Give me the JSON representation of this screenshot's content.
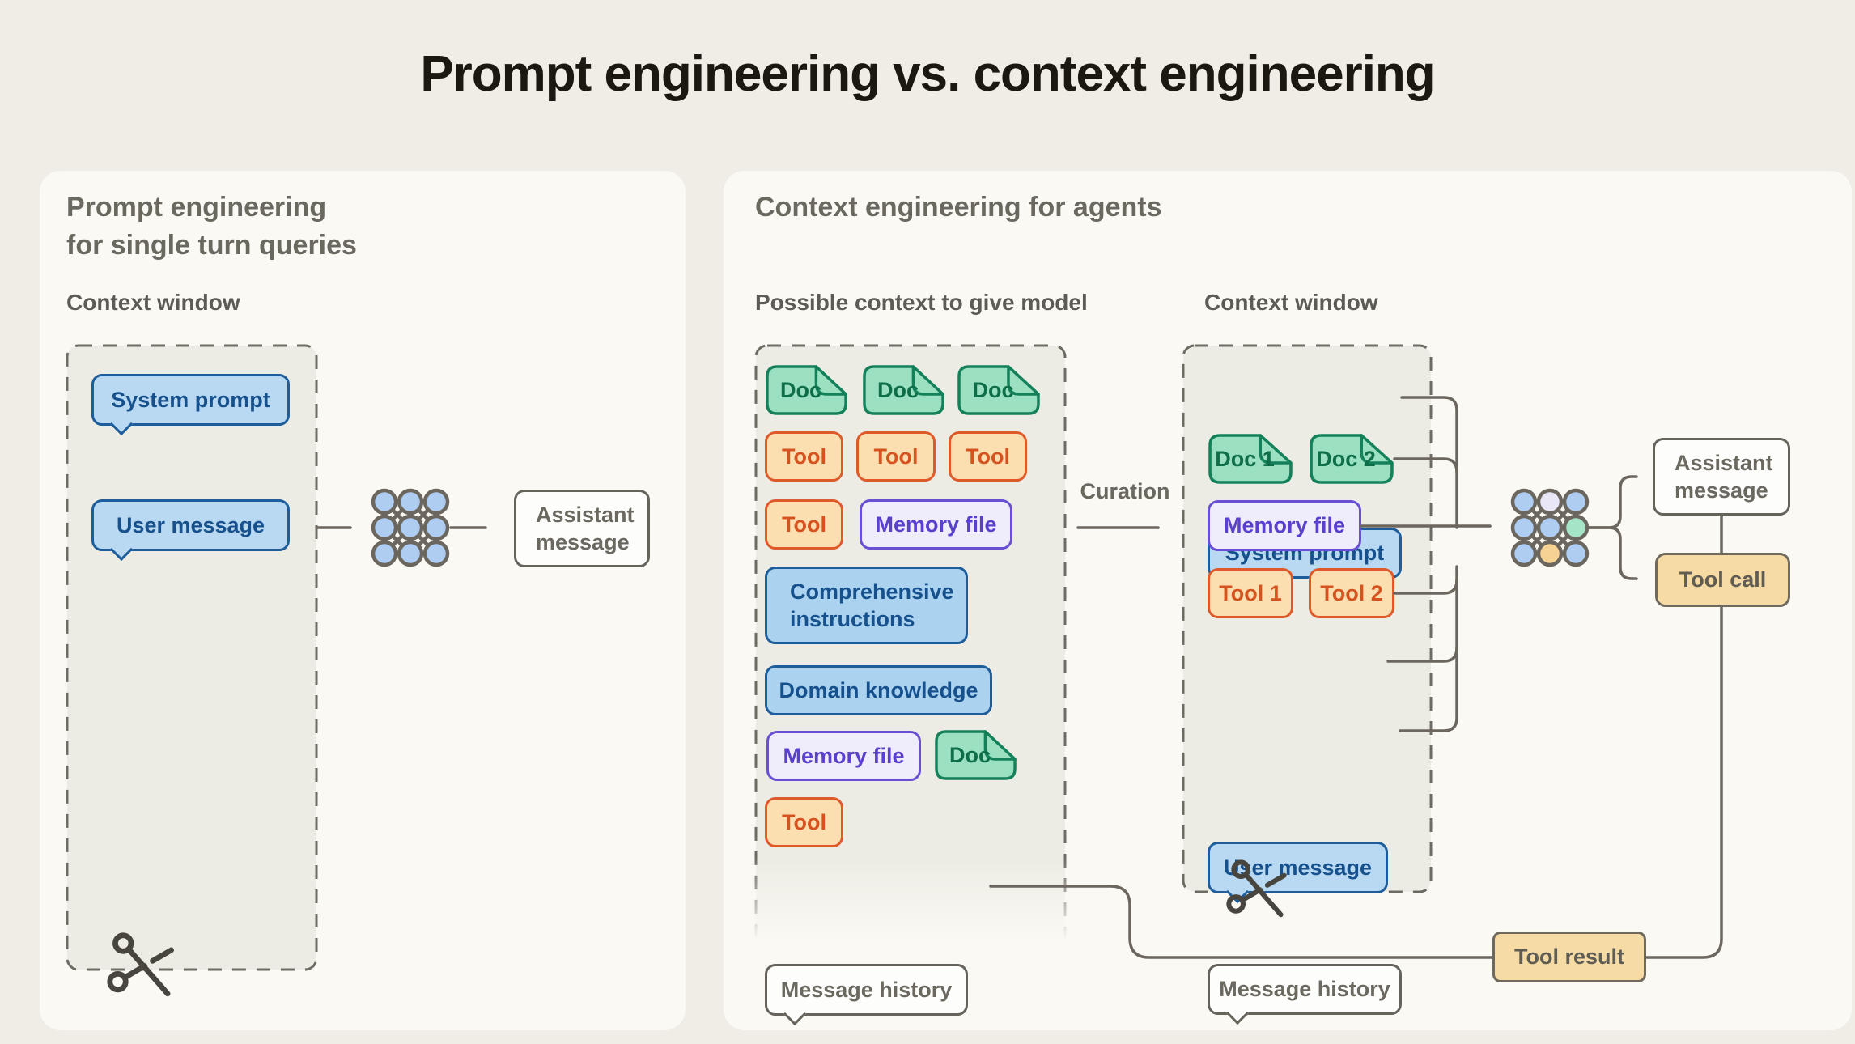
{
  "title": "Prompt engineering vs. context engineering",
  "left": {
    "heading": "Prompt engineering\nfor single turn queries",
    "context_window_label": "Context window",
    "system_prompt": "System prompt",
    "user_message": "User message",
    "assistant_message": "Assistant message"
  },
  "right": {
    "heading": "Context engineering for agents",
    "possible_label": "Possible context to give model",
    "context_window_label": "Context window",
    "curation_label": "Curation",
    "pool": {
      "doc": "Doc",
      "tool": "Tool",
      "memory_file": "Memory file",
      "comprehensive": "Comprehensive instructions",
      "domain": "Domain knowledge",
      "message_history": "Message history"
    },
    "cw": {
      "system_prompt": "System prompt",
      "doc1": "Doc 1",
      "doc2": "Doc 2",
      "memory_file": "Memory file",
      "tool1": "Tool 1",
      "tool2": "Tool 2",
      "user_message": "User message",
      "message_history": "Message history"
    },
    "assistant_message": "Assistant message",
    "tool_call": "Tool call",
    "tool_result": "Tool result"
  },
  "colors": {
    "page_bg": "#f0ede6",
    "panel_bg": "#faf9f4",
    "dashed_box_fill": "#edece4",
    "line_gray": "#6b675e",
    "blue_fill": "#b9d9f2",
    "blue_border": "#1d5d9c",
    "green_fill": "#9ce0c2",
    "green_border": "#14815a",
    "orange_fill": "#fbdfb0",
    "orange_border": "#df5a2a",
    "purple_fill": "#efedfc",
    "purple_border": "#6a4fd4",
    "tan_fill": "#f6dba4"
  }
}
